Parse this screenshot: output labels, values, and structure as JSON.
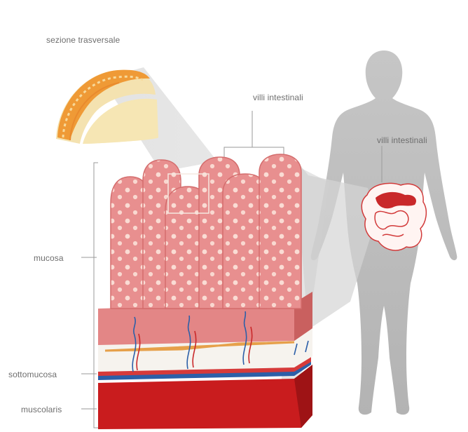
{
  "labels": {
    "cross_section": "sezione trasversale",
    "villi_top": "villi intestinali",
    "villi_body": "villi intestinali",
    "mucosa": "mucosa",
    "submucosa": "sottomucosa",
    "muscularis": "muscolaris"
  },
  "colors": {
    "villus_fill": "#e88f8f",
    "villus_dot": "#fbe0d8",
    "submucosa": "#f6f3ee",
    "muscularis": "#c91c1e",
    "muscularis_side": "#9e1315",
    "silhouette": "#b9b9b9",
    "intestine_outline": "#d23a3a",
    "leader_line": "#9a9a9a",
    "vessel_blue": "#2c5fa8",
    "vessel_red": "#c9282a"
  }
}
